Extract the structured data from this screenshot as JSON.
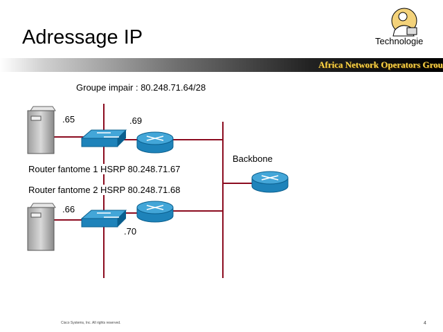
{
  "header": {
    "title": "Adressage IP",
    "category": "Technologie",
    "org_name": "Africa Network Operators Group"
  },
  "diagram": {
    "group": "Groupe impair  :  80.248.71.64/28",
    "host_top": ".65",
    "router_top": ".69",
    "backbone": "Backbone",
    "phantom_1": "Router fantome   1   HSRP  80.248.71.67",
    "phantom_2": "Router fantome   2  HSRP  80.248.71.68",
    "host_bottom": ".66",
    "router_bottom": ".70"
  },
  "footer": {
    "copyright": "Cisco Systems, Inc. All rights reserved.",
    "page": "4"
  },
  "colors": {
    "link": "#8b0a1e",
    "device_blue": "#1e83ba",
    "device_dark": "#0a5f8e",
    "server_gray": "#bdbdbd",
    "org_gold": "#ffd84a"
  }
}
